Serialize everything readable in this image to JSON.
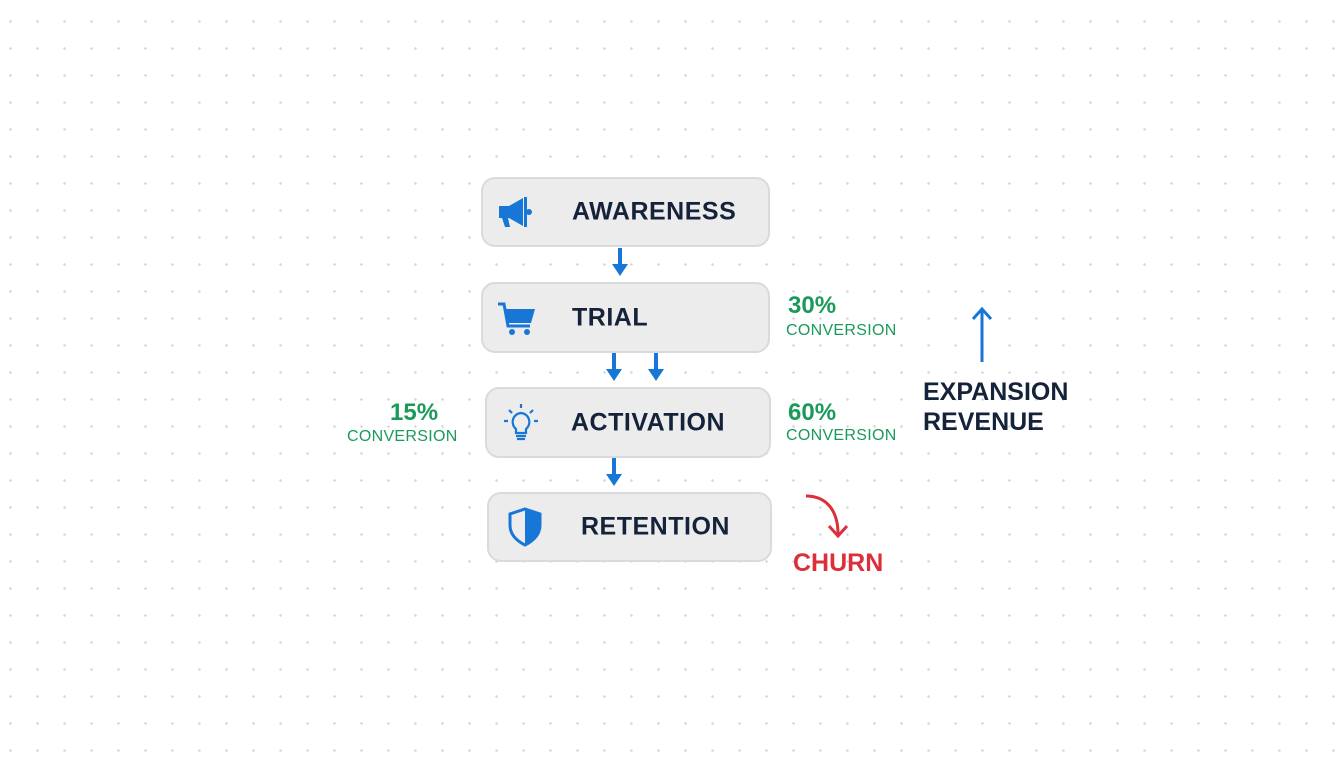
{
  "stages": [
    {
      "label": "AWARENESS",
      "icon": "megaphone-icon"
    },
    {
      "label": "TRIAL",
      "icon": "shopping-cart-icon"
    },
    {
      "label": "ACTIVATION",
      "icon": "lightbulb-icon"
    },
    {
      "label": "RETENTION",
      "icon": "shield-icon"
    }
  ],
  "annotations": {
    "trial_right": {
      "percent": "30%",
      "text": "CONVERSION"
    },
    "activation_left": {
      "percent": "15%",
      "text": "CONVERSION"
    },
    "activation_right": {
      "percent": "60%",
      "text": "CONVERSION"
    },
    "expansion": {
      "line1": "EXPANSION",
      "line2": "REVENUE"
    },
    "churn": "CHURN"
  },
  "colors": {
    "accent": "#1877d6",
    "positive": "#1a9a5a",
    "negative": "#dc2f3a",
    "text": "#15233a"
  }
}
